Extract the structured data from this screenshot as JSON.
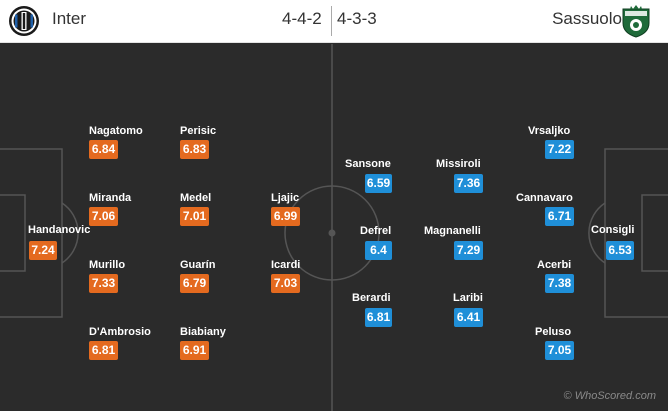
{
  "header": {
    "home_team": "Inter",
    "away_team": "Sassuolo",
    "home_formation": "4-4-2",
    "away_formation": "4-3-3"
  },
  "colors": {
    "home_rating_bg": "#e46a1f",
    "away_rating_bg": "#1f8fd8",
    "pitch": "#2b2b2b",
    "lines": "#555555"
  },
  "home_players": [
    {
      "name": "Handanovic",
      "rating": "7.24"
    },
    {
      "name": "Nagatomo",
      "rating": "6.84"
    },
    {
      "name": "Miranda",
      "rating": "7.06"
    },
    {
      "name": "Murillo",
      "rating": "7.33"
    },
    {
      "name": "D'Ambrosio",
      "rating": "6.81"
    },
    {
      "name": "Perisic",
      "rating": "6.83"
    },
    {
      "name": "Medel",
      "rating": "7.01"
    },
    {
      "name": "Guarín",
      "rating": "6.79"
    },
    {
      "name": "Biabiany",
      "rating": "6.91"
    },
    {
      "name": "Ljajic",
      "rating": "6.99"
    },
    {
      "name": "Icardi",
      "rating": "7.03"
    }
  ],
  "away_players": [
    {
      "name": "Sansone",
      "rating": "6.59"
    },
    {
      "name": "Defrel",
      "rating": "6.4"
    },
    {
      "name": "Berardi",
      "rating": "6.81"
    },
    {
      "name": "Missiroli",
      "rating": "7.36"
    },
    {
      "name": "Magnanelli",
      "rating": "7.29"
    },
    {
      "name": "Laribi",
      "rating": "6.41"
    },
    {
      "name": "Vrsaljko",
      "rating": "7.22"
    },
    {
      "name": "Cannavaro",
      "rating": "6.71"
    },
    {
      "name": "Acerbi",
      "rating": "7.38"
    },
    {
      "name": "Peluso",
      "rating": "7.05"
    },
    {
      "name": "Consigli",
      "rating": "6.53"
    }
  ],
  "watermark": "© WhoScored.com"
}
